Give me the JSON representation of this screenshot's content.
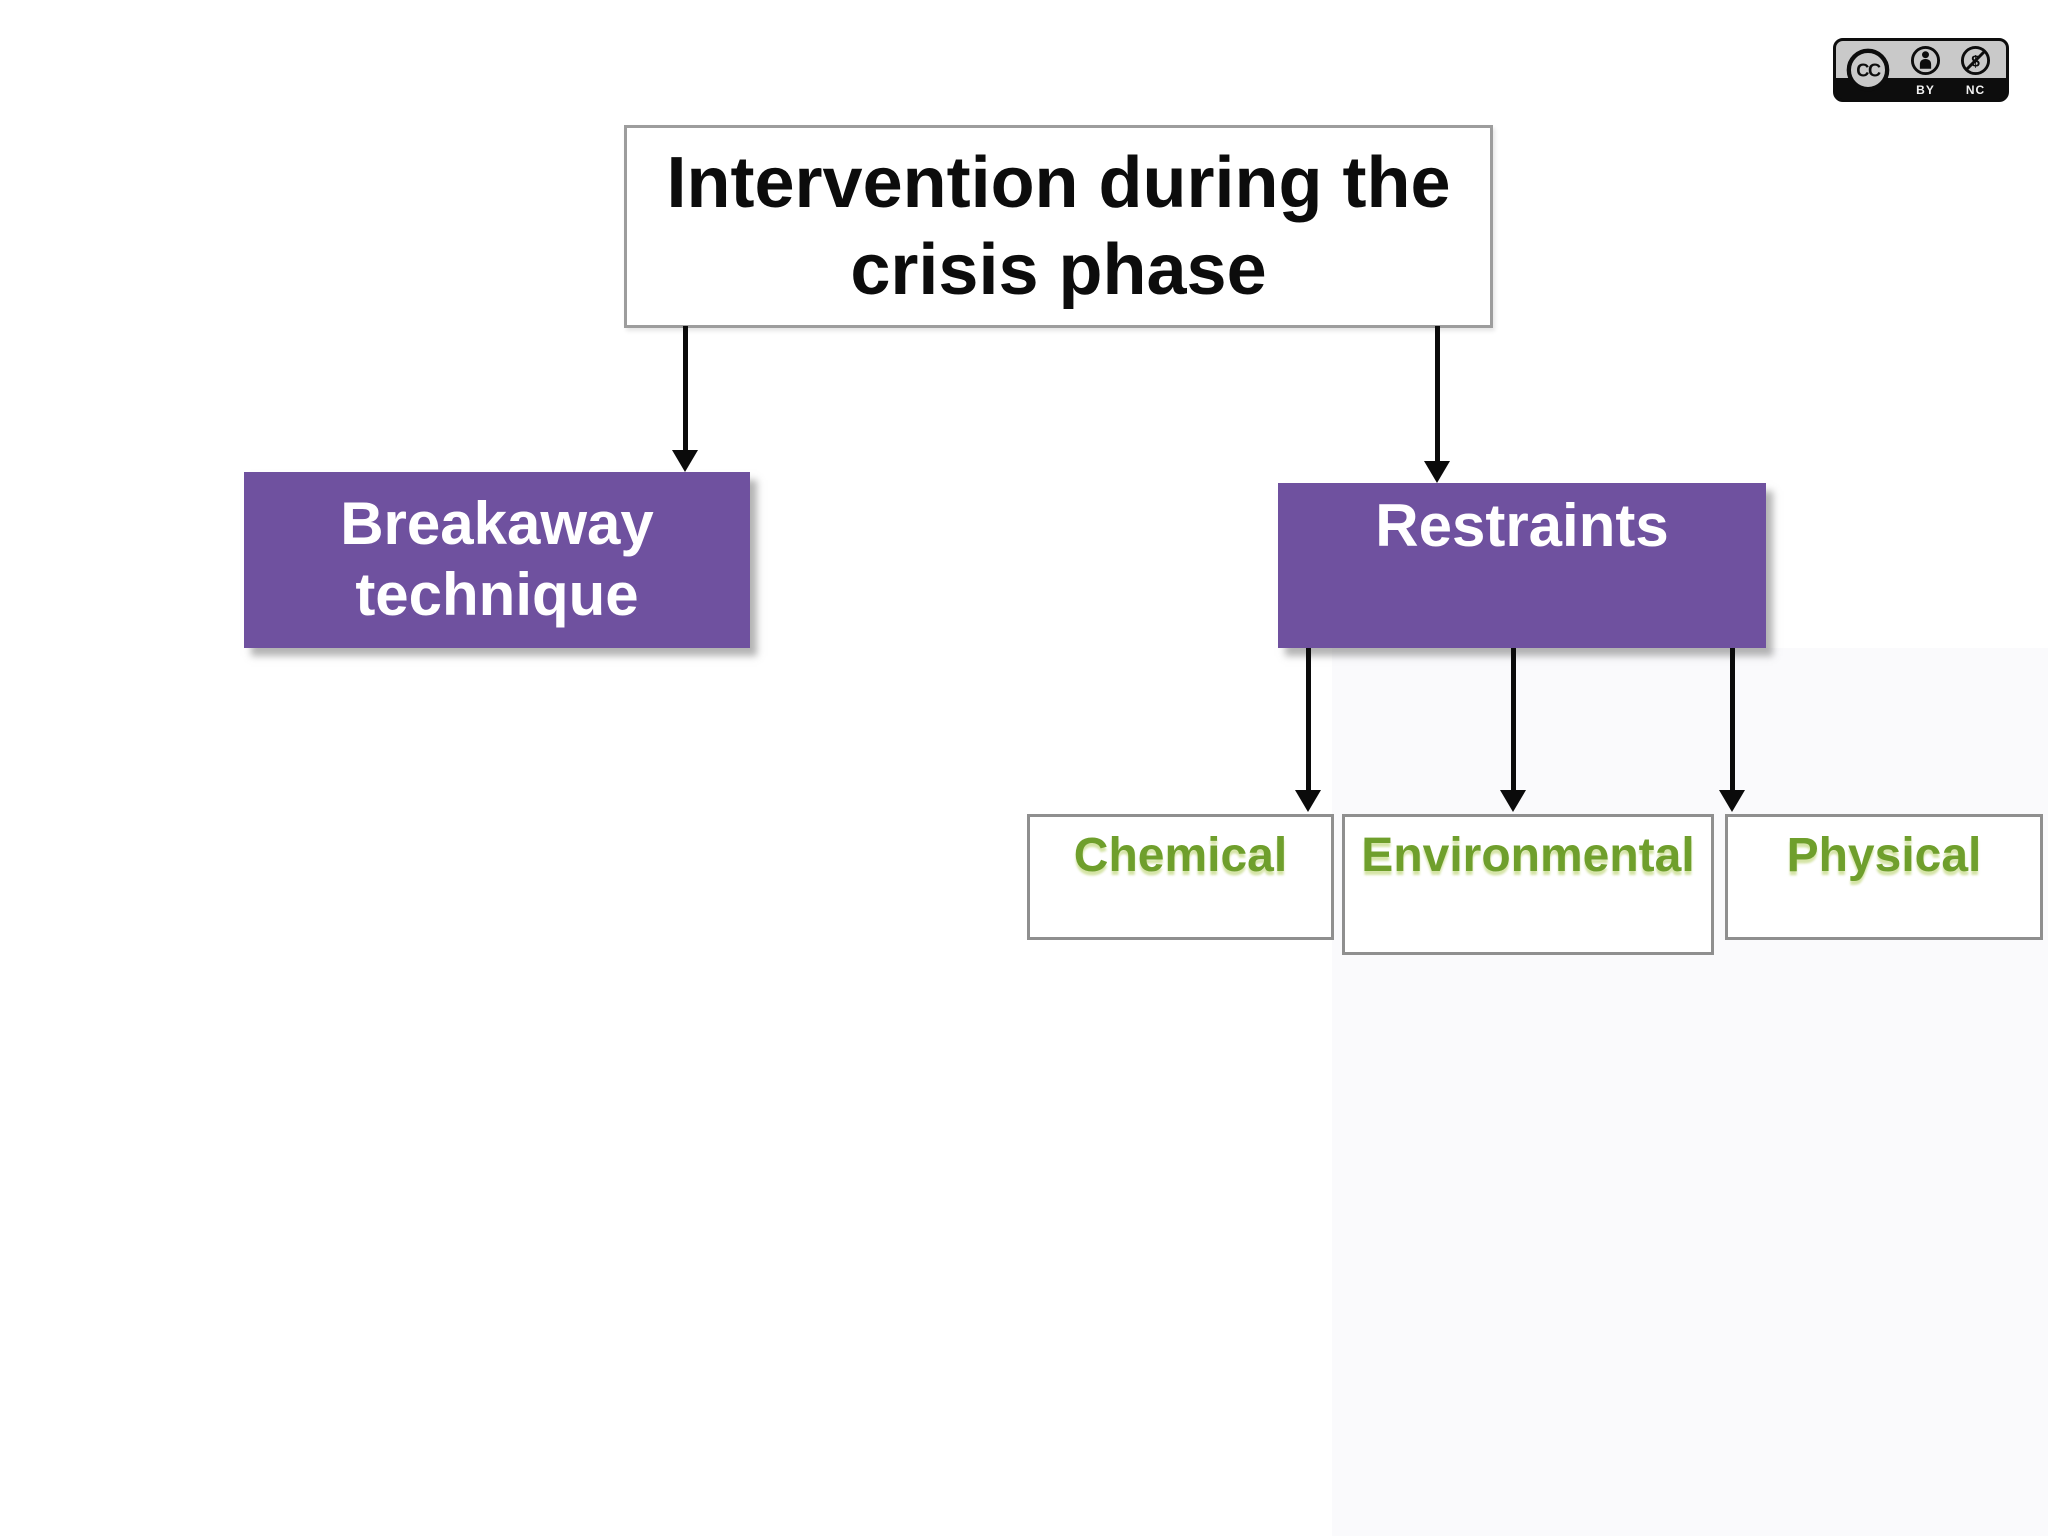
{
  "colors": {
    "background": "#ffffff",
    "node_purple": "#6f519f",
    "node_text_white": "#ffffff",
    "leaf_text_green": "#6f9f2c",
    "title_border_gray": "#9d9d9d",
    "leaf_border_gray": "#8f8f8f",
    "arrow_black": "#0b0b0b",
    "badge_gray": "#c9c9c9",
    "badge_black": "#0d0d0d"
  },
  "diagram": {
    "root": {
      "label": "Intervention during the\ncrisis phase"
    },
    "branches": [
      {
        "id": "breakaway",
        "label": "Breakaway\ntechnique"
      },
      {
        "id": "restraints",
        "label": "Restraints"
      }
    ],
    "restraint_types": [
      {
        "id": "chemical",
        "label": "Chemical"
      },
      {
        "id": "environmental",
        "label": "Environmental"
      },
      {
        "id": "physical",
        "label": "Physical"
      }
    ]
  },
  "license_badge": {
    "name": "Creative Commons Attribution-NonCommercial",
    "icons": [
      "cc-icon",
      "attribution-person-icon",
      "non-commercial-dollar-icon"
    ],
    "labels": {
      "by": "BY",
      "nc": "NC"
    },
    "cc_text": "CC",
    "dollar_text": "$"
  }
}
